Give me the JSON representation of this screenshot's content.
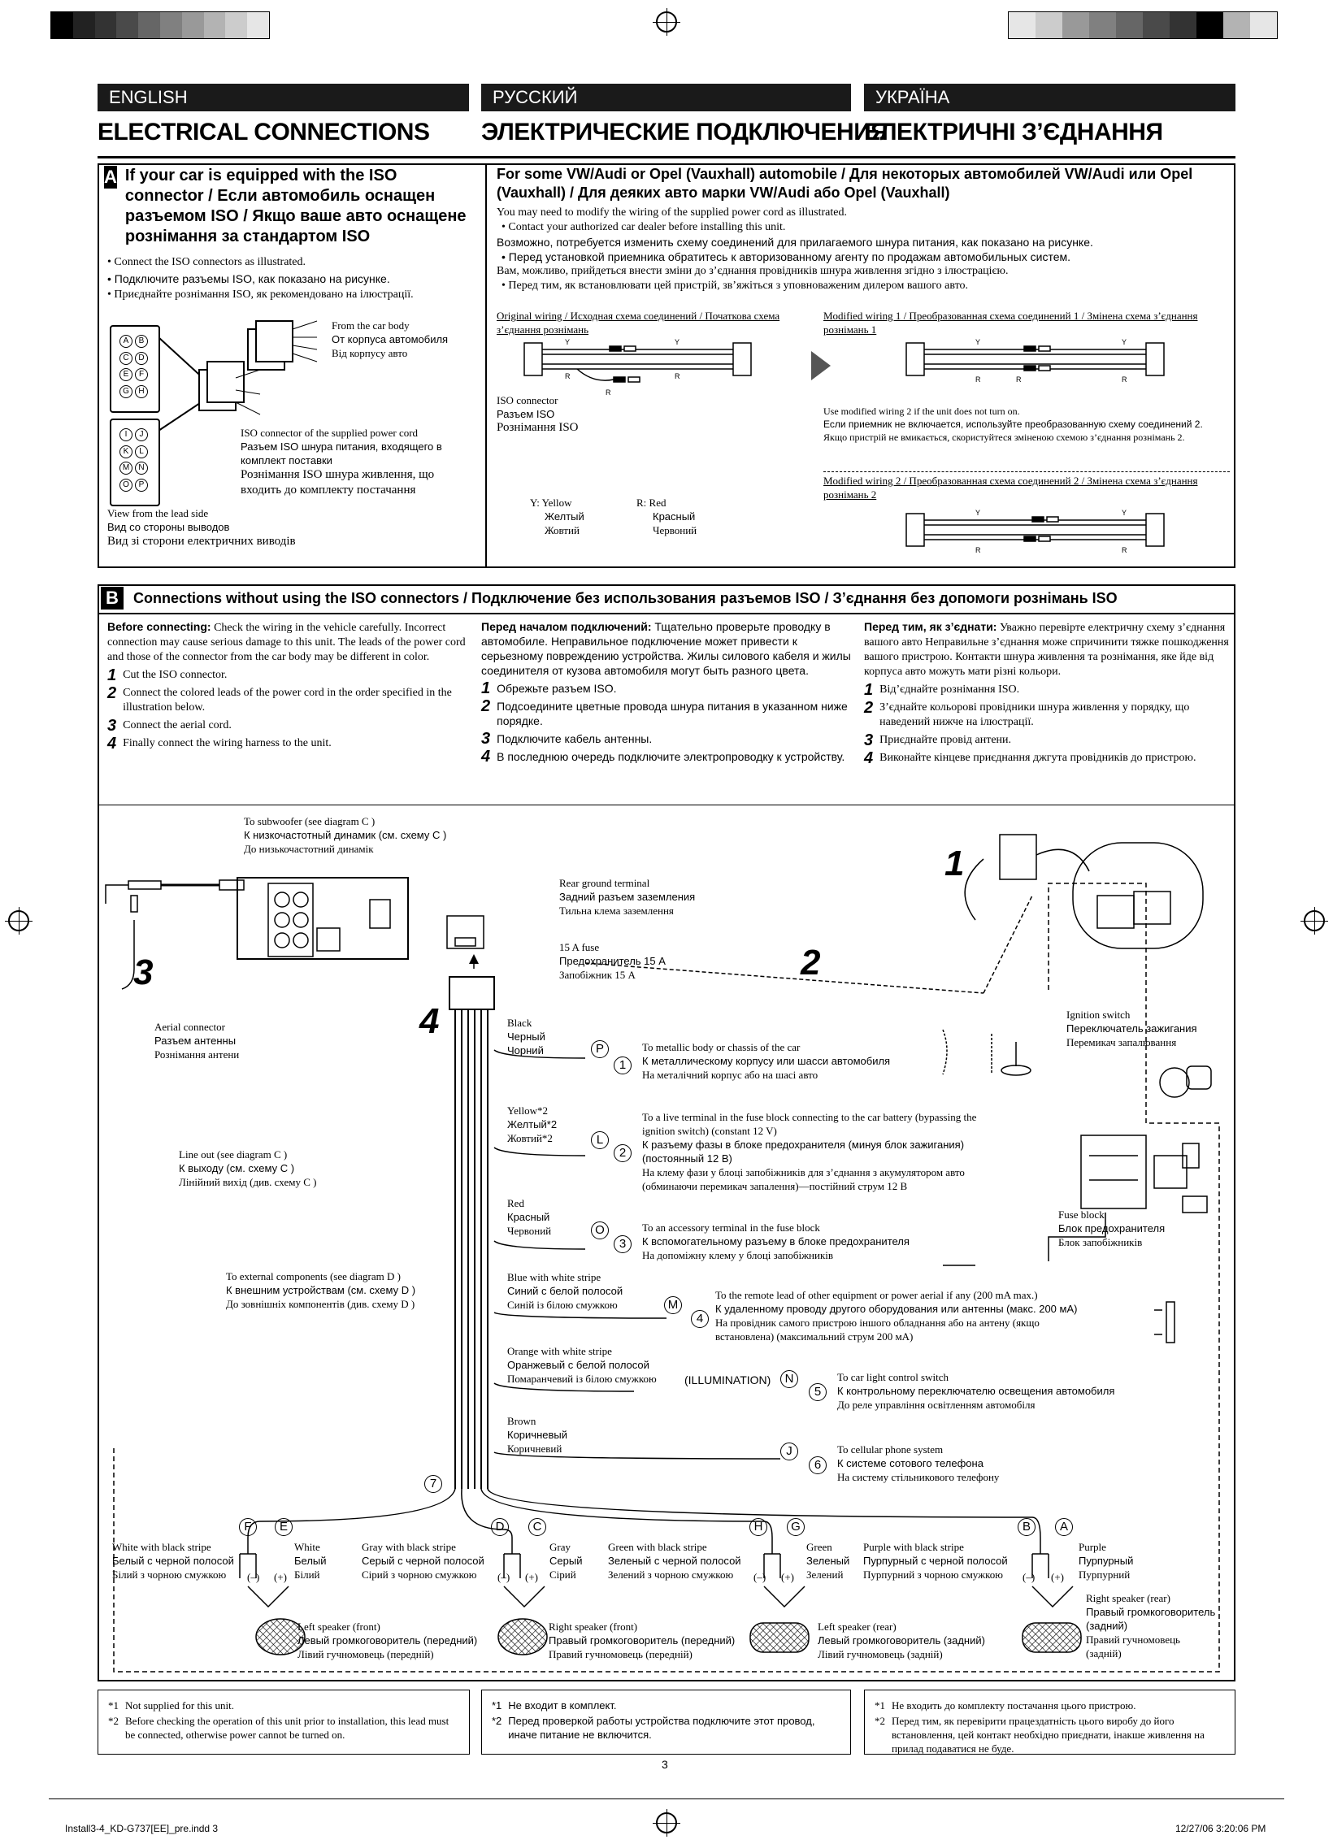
{
  "tabs": {
    "en": "ENGLISH",
    "ru": "РУССКИЙ",
    "uk": "УКРАЇНА"
  },
  "titles": {
    "en": "ELECTRICAL CONNECTIONS",
    "ru": "ЭЛЕКТРИЧЕСКИЕ ПОДКЛЮЧЕНИЯ",
    "uk": "ЕЛЕКТРИЧНІ З’ЄДНАННЯ"
  },
  "secA": {
    "badge": "A",
    "heading": "If your car is equipped with the ISO connector / Если автомобиль оснащен разъемом ISO / Якщо ваше авто оснащене рознімання за стандартом ISO",
    "bullets": [
      "Connect the ISO connectors as illustrated.",
      "Подключите разъемы ISO, как показано на рисунке.",
      "Приєднайте рознімання ISO, як рекомендовано на ілюстрації."
    ],
    "from_body": [
      "From the car body",
      "От корпуса автомобиля",
      "Від корпусу авто"
    ],
    "iso_supplied": [
      "ISO connector of the supplied power cord",
      "Разъем ISO шнура питания, входящего в комплект поставки",
      "Рознімання ISO шнура живлення, що входить до комплекту постачання"
    ],
    "view_lead": [
      "View from the lead side",
      "Вид со стороны выводов",
      "Вид зі сторони електричних виводів"
    ],
    "pins_top": [
      "A",
      "B",
      "C",
      "D",
      "E",
      "F",
      "G",
      "H"
    ],
    "pins_bottom": [
      "I",
      "J",
      "K",
      "L",
      "M",
      "N",
      "O",
      "P"
    ],
    "vw_heading": "For some VW/Audi or Opel (Vauxhall) automobile / Для некоторых автомобилей VW/Audi или Opel (Vauxhall) / Для деяких авто марки VW/Audi або Opel (Vauxhall)",
    "vw_lines": [
      "You may need to modify the wiring of the supplied power cord as illustrated.",
      "• Contact your authorized car dealer before installing this unit.",
      "Возможно, потребуется изменить схему соединений для прилагаемого шнура питания, как показано на рисунке.",
      "• Перед установкой приемника обратитесь к авторизованному агенту по продажам автомобильных систем.",
      "Вам, можливо, прийдеться внести зміни до з’єднання провідників шнура живлення згідно з ілюстрацією.",
      "• Перед тим, як встановлювати цей пристрій, зв’яжіться з уповноваженим дилером вашого авто."
    ],
    "original_wiring": "Original wiring / Исходная схема соединений / Початкова схема з’єднання рознімань",
    "modified1": "Modified wiring 1 / Преобразованная схема соединений 1 / Змінена схема з’єднання рознімань 1",
    "modified2": "Modified wiring 2 / Преобразованная схема соединений 2 / Змінена схема з’єднання рознімань 2",
    "use_modified": [
      "Use modified wiring 2 if the unit does not turn on.",
      "Если приемник не включается, используйте преобразованную схему соединений 2.",
      "Якщо пристрій не вмикається, скористуйтеся зміненою схемою з’єднання рознімань 2."
    ],
    "iso_conn": [
      "ISO connector",
      "Разъем ISO",
      "Рознімання ISO"
    ],
    "yellow": [
      "Y: Yellow",
      "Желтый",
      "Жовтий"
    ],
    "red": [
      "R: Red",
      "Красный",
      "Червоний"
    ],
    "y": "Y",
    "r": "R"
  },
  "secB": {
    "badge": "B",
    "heading": "Connections without using the ISO connectors / Подключение без использования разъемов ISO / З’єднання без допомоги рознімань ISO",
    "en": {
      "lead": "Before connecting:",
      "intro": " Check the wiring in the vehicle carefully. Incorrect connection may cause serious damage to this unit. The leads of the power cord and those of the connector from the car body may be different in color.",
      "steps": [
        "Cut the ISO connector.",
        "Connect the colored leads of the power cord in the order specified in the illustration below.",
        "Connect the aerial cord.",
        "Finally connect the wiring harness to the unit."
      ]
    },
    "ru": {
      "lead": "Перед началом подключений:",
      "intro": " Тщательно проверьте проводку в автомобиле. Неправильное подключение может привести к серьезному повреждению устройства. Жилы силового кабеля и жилы соединителя от кузова автомобиля могут быть разного цвета.",
      "steps": [
        "Обрежьте разъем ISO.",
        "Подсоедините цветные провода шнура питания в указанном ниже порядке.",
        "Подключите кабель антенны.",
        "В последнюю очередь подключите электропроводку к устройству."
      ]
    },
    "uk": {
      "lead": "Перед тим, як з’єднати:",
      "intro": " Уважно перевірте електричну схему з’єднання вашого авто Неправильне з’єднання може спричинити тяжке пошкодження вашого пристрою. Контакти шнура живлення та рознімання, яке йде від корпуса авто можуть мати різні кольори.",
      "steps": [
        "Від’єднайте рознімання ISO.",
        "З’єднайте кольорові провідники шнура живлення у порядку, що наведений нижче на ілюстрації.",
        "Приєднайте провід антени.",
        "Виконайте кінцеве приєднання джгута провідників до пристрою."
      ]
    },
    "nums": [
      "1",
      "2",
      "3",
      "4"
    ]
  },
  "diagram": {
    "subwoofer": [
      "To subwoofer (see diagram C )",
      "К низкочастотный динамик (см. схему C )",
      "До низькочастотний динамік"
    ],
    "rear_ground": [
      "Rear ground terminal",
      "Задний разъем заземления",
      "Тильна клема заземлення"
    ],
    "fuse": [
      "15 A fuse",
      "Предохранитель 15 A",
      "Запобіжник 15 A"
    ],
    "aerial": [
      "Aerial connector",
      "Разъем антенны",
      "Рознімання антени"
    ],
    "line_out": [
      "Line out (see diagram C )",
      "К выходу (см. схему C )",
      "Лінійний вихід (див. схему C )"
    ],
    "external": [
      "To external components (see diagram D )",
      "К внешним устройствам (см. схему D )",
      "До зовнішніх компонентів (див. схему D )"
    ],
    "black": [
      "Black",
      "Черный",
      "Чорний"
    ],
    "yellow2": [
      "Yellow*2",
      "Желтый*2",
      "Жовтий*2"
    ],
    "red": [
      "Red",
      "Красный",
      "Червоний"
    ],
    "bluewhite": [
      "Blue with white stripe",
      "Синий с белой полосой",
      "Синій із білою смужкою"
    ],
    "orangewhite": [
      "Orange with white stripe",
      "Оранжевый с белой полосой",
      "Помаранчевий із білою смужкою"
    ],
    "brown": [
      "Brown",
      "Коричневый",
      "Коричневий"
    ],
    "illumination": "(ILLUMINATION)",
    "d1": [
      "To metallic body or chassis of the car",
      "К металлическому корпусу или шасси автомобиля",
      "На металічний корпус або на шасі авто"
    ],
    "d2": [
      "To a live terminal in the fuse block connecting to the car battery (bypassing the",
      "ignition switch) (constant 12 V)",
      "К разъему фазы в блоке предохранителя (минуя блок зажигания)",
      "(постоянный 12 В)",
      "На клему фази у блоці запобіжників для з’єднання з акумулятором авто",
      "(обминаючи перемикач запалення)—постійний струм 12 В"
    ],
    "d3": [
      "To an accessory terminal in the fuse block",
      "К вспомогательному разъему в блоке предохранителя",
      "На допоміжну клему у блоці запобіжників"
    ],
    "d4": [
      "To the remote lead of other equipment or power aerial if any (200 mA max.)",
      "К удаленному проводу другого оборудования или антенны (макс. 200 мА)",
      "На провідник самого пристрою іншого обладнання або на антену (якщо",
      "встановлена) (максимальний струм 200 мА)"
    ],
    "d5": [
      "To car light control switch",
      "К контрольному переключателю освещения автомобиля",
      "До реле управління освітленням автомобіля"
    ],
    "d6": [
      "To cellular phone system",
      "К системе сотового телефона",
      "На систему стільникового телефону"
    ],
    "ignition": [
      "Ignition switch",
      "Переключатель зажигания",
      "Перемикач запалювання"
    ],
    "fuseblock": [
      "Fuse block",
      "Блок предохранителя",
      "Блок запобіжників"
    ],
    "wire_letters": [
      "P",
      "L",
      "O",
      "M",
      "N",
      "J"
    ],
    "wire_nums": [
      "1",
      "2",
      "3",
      "4",
      "5",
      "6",
      "7"
    ],
    "spk": {
      "white_black": [
        "White with black stripe",
        "Белый с черной полосой",
        "Білий з чорною смужкою"
      ],
      "white": [
        "White",
        "Белый",
        "Білий"
      ],
      "gray_black": [
        "Gray with black stripe",
        "Серый с черной полосой",
        "Сірий з чорною смужкою"
      ],
      "gray": [
        "Gray",
        "Серый",
        "Сірий"
      ],
      "green_black": [
        "Green with black stripe",
        "Зеленый с черной полосой",
        "Зелений з чорною смужкою"
      ],
      "green": [
        "Green",
        "Зеленый",
        "Зелений"
      ],
      "purple_black": [
        "Purple with black stripe",
        "Пурпурный с черной полосой",
        "Пурпурний з чорною смужкою"
      ],
      "purple": [
        "Purple",
        "Пурпурный",
        "Пурпурний"
      ],
      "lf": [
        "Left speaker (front)",
        "Левый громкоговоритель (передний)",
        "Лівий гучномовець (передній)"
      ],
      "rf": [
        "Right speaker (front)",
        "Правый громкоговоритель (передний)",
        "Правий гучномовець (передній)"
      ],
      "lr": [
        "Left speaker (rear)",
        "Левый громкоговоритель (задний)",
        "Лівий гучномовець (задній)"
      ],
      "rr": [
        "Right speaker (rear)",
        "Правый громкоговоритель",
        "(задний)",
        "Правий гучномовець",
        "(задній)"
      ],
      "letters": [
        "F",
        "E",
        "D",
        "C",
        "H",
        "G",
        "B",
        "A"
      ],
      "minus": "(–)",
      "plus": "(+)"
    },
    "step_marks": [
      "1",
      "2",
      "3",
      "4"
    ]
  },
  "footnotes": {
    "en": [
      [
        "*1",
        "Not supplied for this unit."
      ],
      [
        "*2",
        "Before checking the operation of this unit prior to installation, this lead must be connected, otherwise power cannot be turned on."
      ]
    ],
    "ru": [
      [
        "*1",
        "Не входит в комплект."
      ],
      [
        "*2",
        "Перед проверкой работы устройства подключите этот провод, иначе питание не включится."
      ]
    ],
    "uk": [
      [
        "*1",
        "Не входить до комплекту постачання цього пристрою."
      ],
      [
        "*2",
        "Перед тим, як перевірити працездатність цього виробу до його встановлення, цей контакт необхідно приєднати, інакше живлення на прилад подаватися не буде."
      ]
    ]
  },
  "page_number": "3",
  "footer": {
    "file": "Install3-4_KD-G737[EE]_pre.indd   3",
    "date": "12/27/06   3:20:06 PM"
  },
  "colors": {
    "black": "#000000",
    "tab_bg": "#1a1a1a"
  }
}
